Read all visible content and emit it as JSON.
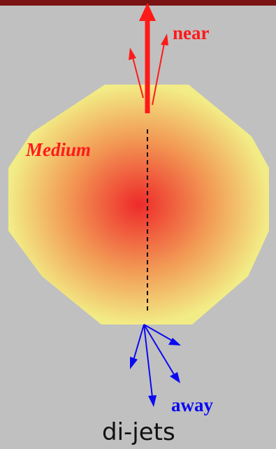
{
  "labels": {
    "near": "near",
    "medium": "Medium",
    "away": "away",
    "caption": "di-jets"
  },
  "colors": {
    "background": "#c0c0c0",
    "top_bar": "#7a1414",
    "near_jet": "#ff1a1a",
    "away_jet": "#0a0af0",
    "medium_center": "#ee2a2a",
    "medium_mid": "#f29a55",
    "medium_edge": "#f2ec86",
    "label_red": "#ff1a1a",
    "label_blue": "#0a0af0",
    "axis_line": "#000000"
  }
}
